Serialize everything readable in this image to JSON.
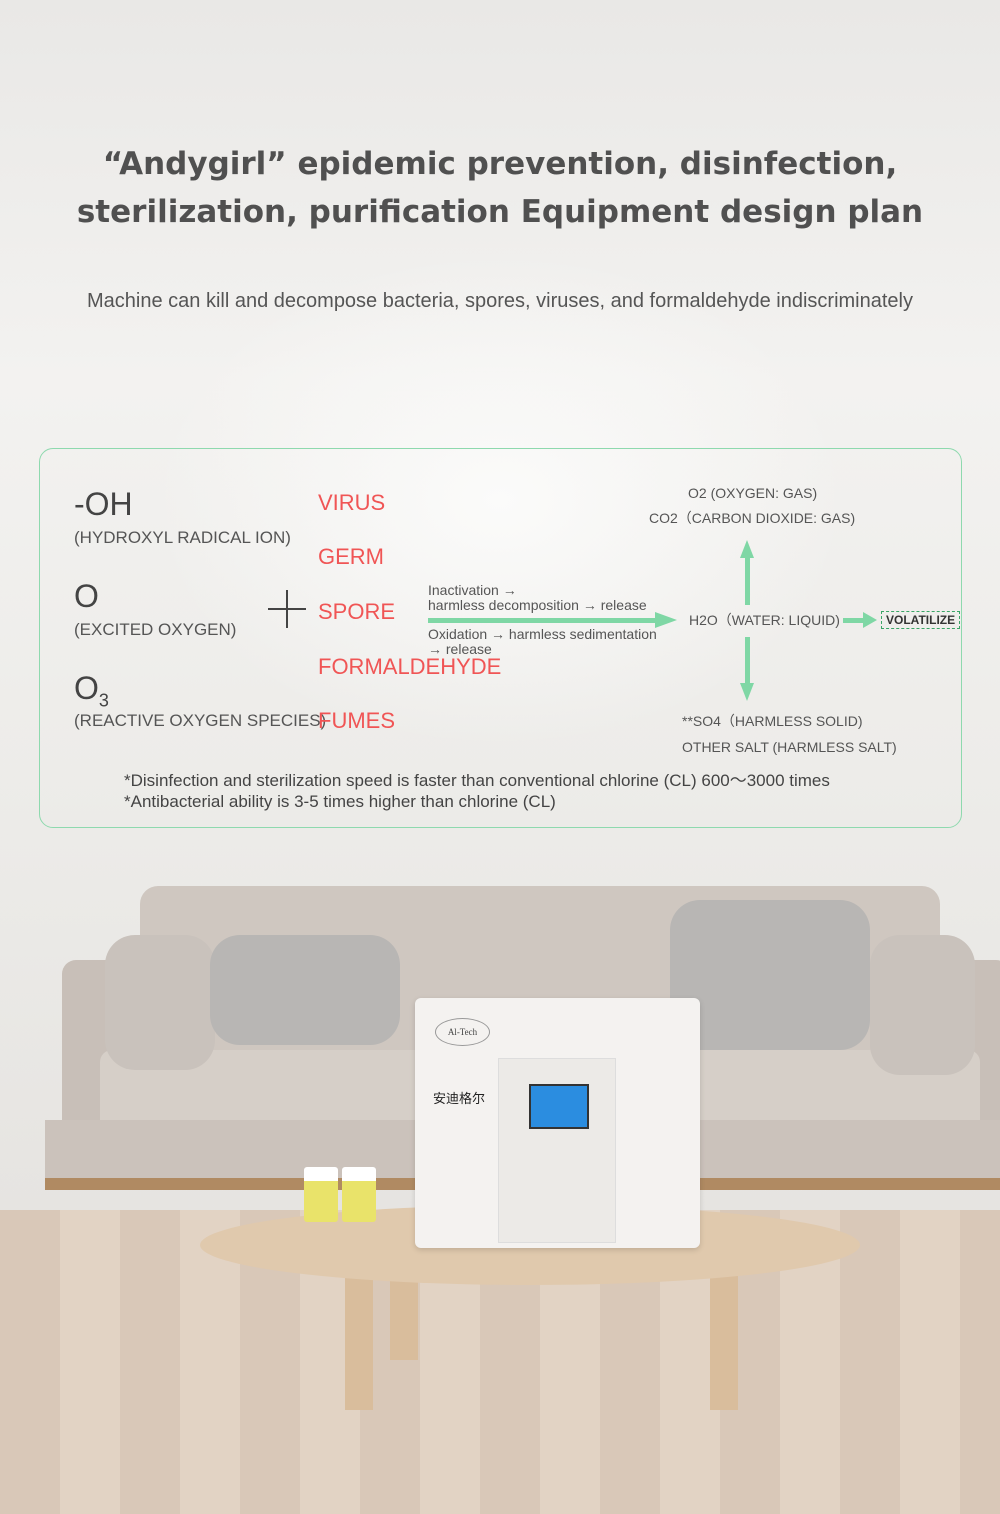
{
  "title": {
    "line1": "“Andygirl” epidemic prevention, disinfection,",
    "line2": "sterilization, purification Equipment design plan"
  },
  "subtitle": "Machine can kill and decompose bacteria, spores, viruses, and formaldehyde indiscriminately",
  "reactants": [
    {
      "symbol": "-OH",
      "label": "(HYDROXYL RADICAL ION)"
    },
    {
      "symbol": "O",
      "label": "(EXCITED OXYGEN)"
    },
    {
      "symbol": "O",
      "subscript": "3",
      "label": "(REACTIVE OXYGEN SPECIES)"
    }
  ],
  "targets": [
    "VIRUS",
    "GERM",
    "SPORE",
    "FORMALDEHYDE",
    "FUMES"
  ],
  "process": {
    "upper": [
      "Inactivation →",
      "harmless decomposition → release"
    ],
    "lower": [
      "Oxidation → harmless sedimentation",
      "→ release"
    ]
  },
  "products": {
    "gas1": "O2 (OXYGEN: GAS)",
    "gas2": "CO2（CARBON DIOXIDE: GAS)",
    "water": "H2O（WATER: LIQUID)",
    "volatilize": "VOLATILIZE",
    "solid1": "**SO4（HARMLESS SOLID)",
    "solid2": "OTHER SALT (HARMLESS SALT)"
  },
  "notes": [
    "*Disinfection and sterilization speed is faster than conventional chlorine (CL) 600～3000 times",
    "*Antibacterial ability is 3-5 times higher than chlorine (CL)"
  ],
  "device": {
    "logo": "Al-Tech",
    "brand": "安迪格尔"
  },
  "colors": {
    "accent": "#7fd7a5",
    "target": "#f05555",
    "border": "#8ed9ae"
  }
}
